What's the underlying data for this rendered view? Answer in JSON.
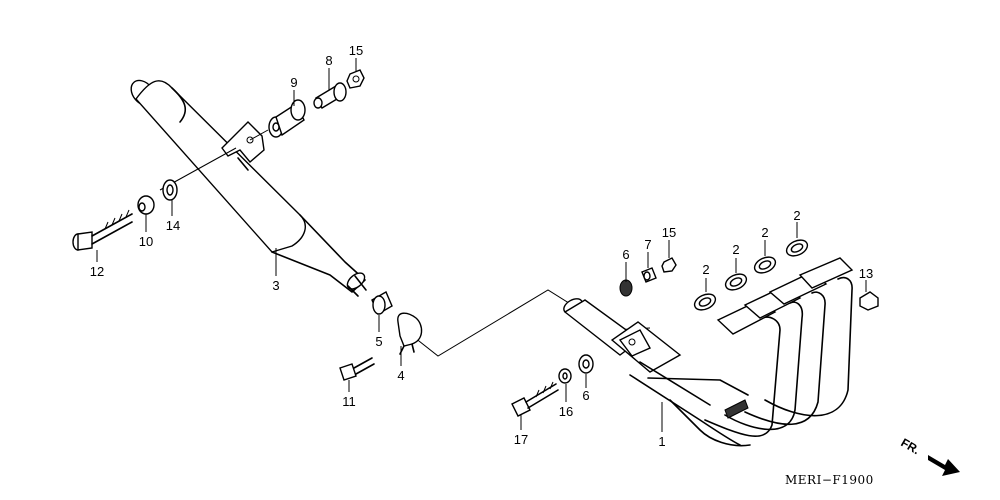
{
  "diagram": {
    "callouts": {
      "c1": "1",
      "c2a": "2",
      "c2b": "2",
      "c2c": "2",
      "c2d": "2",
      "c3": "3",
      "c4": "4",
      "c5": "5",
      "c6a": "6",
      "c6b": "6",
      "c7": "7",
      "c8": "8",
      "c9": "9",
      "c10": "10",
      "c11": "11",
      "c12": "12",
      "c13": "13",
      "c14": "14",
      "c15a": "15",
      "c15b": "15",
      "c16": "16",
      "c17": "17"
    },
    "drawing_code": "MERI−F1900",
    "front_indicator": "FR."
  }
}
